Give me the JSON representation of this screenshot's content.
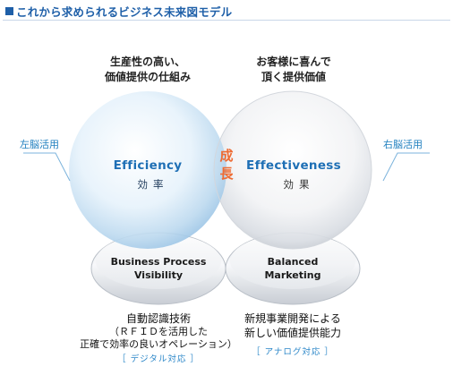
{
  "header": {
    "title": "これから求められるビジネス未来図モデル"
  },
  "left": {
    "caption_line1": "生産性の高い、",
    "caption_line2": "価値提供の仕組み",
    "side_label": "左脳活用",
    "circle_title": "Efficiency",
    "circle_sub": "効率",
    "pill_line1": "Business Process",
    "pill_line2": "Visibility",
    "bottom_line1": "自動認識技術",
    "bottom_line2": "（ＲＦＩＤを活用した",
    "bottom_line3": "正確で効率の良いオペレーション）",
    "bracket": "［ デジタル対応 ］"
  },
  "right": {
    "caption_line1": "お客様に喜んで",
    "caption_line2": "頂く提供価値",
    "side_label": "右脳活用",
    "circle_title": "Effectiveness",
    "circle_sub": "効果",
    "pill_line1": "Balanced",
    "pill_line2": "Marketing",
    "bottom_line1": "新規事業開発による",
    "bottom_line2": "新しい価値提供能力",
    "bracket": "［ アナログ対応 ］"
  },
  "center": {
    "growth_line1": "成",
    "growth_line2": "長"
  },
  "colors": {
    "accent": "#1e5fa8",
    "blue_text": "#1f7fbf",
    "orange": "#ee6b33"
  }
}
